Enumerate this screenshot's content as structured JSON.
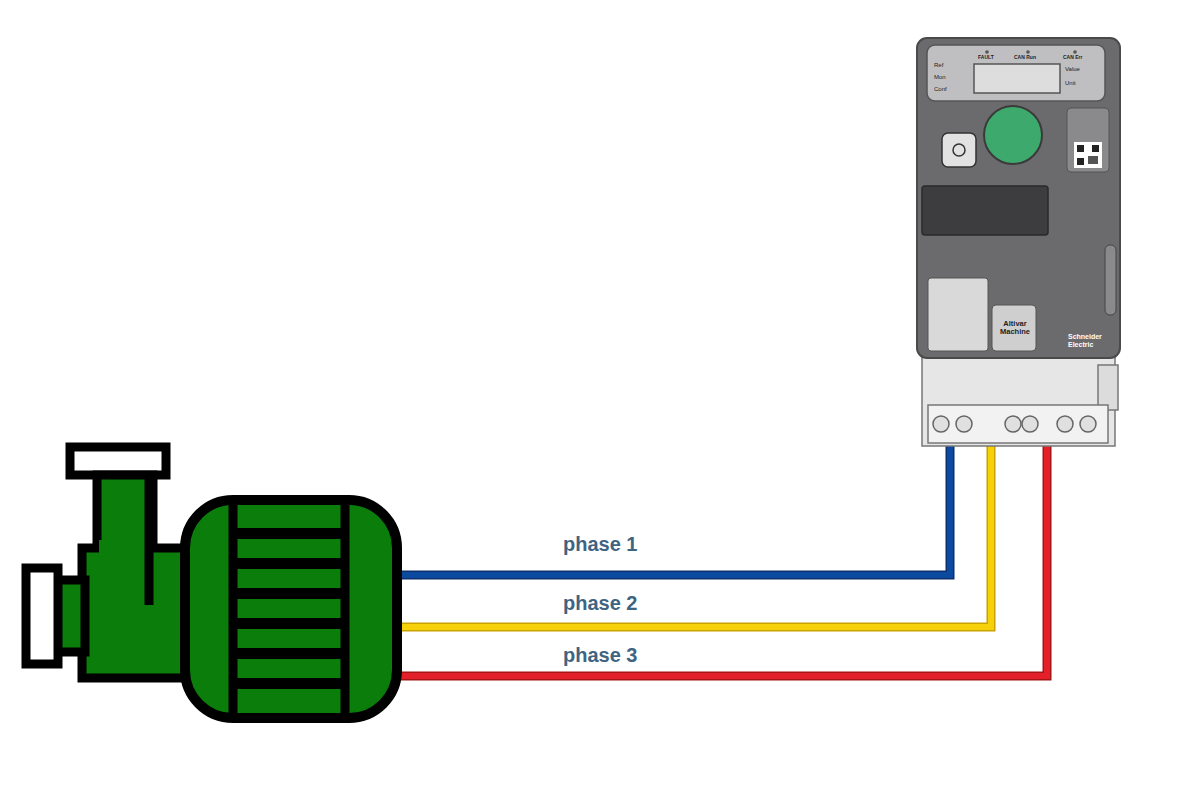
{
  "diagram": {
    "labels": [
      "phase 1",
      "phase 2",
      "phase 3",
      "FAULT",
      "CAN Run",
      "CAN Err",
      "Ref",
      "Mon",
      "Conf",
      "Value",
      "Unit",
      "Altivar Machine",
      "Schneider Electric"
    ]
  }
}
